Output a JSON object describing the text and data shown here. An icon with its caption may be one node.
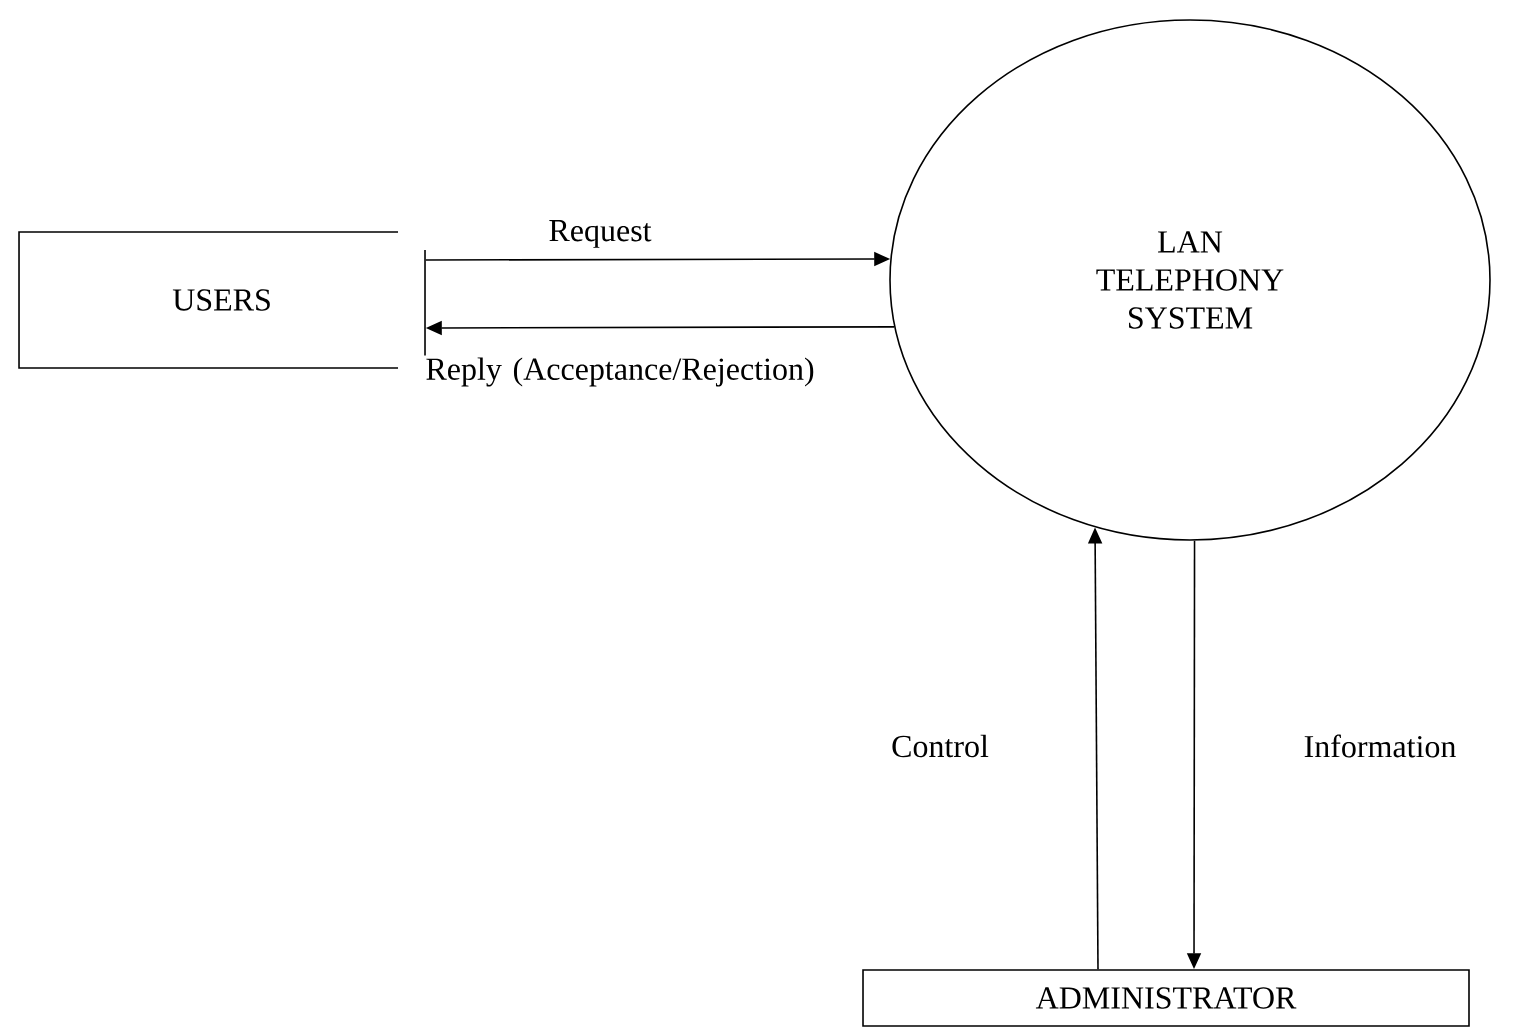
{
  "diagram": {
    "nodes": [
      {
        "text": [
          "USERS"
        ]
      },
      {
        "text": [
          "LAN TELEPHONY SYSTEM"
        ]
      },
      {
        "text": [
          "ADMINISTRATOR"
        ]
      }
    ],
    "edges": [
      {
        "from": 0,
        "to": 1,
        "arrow": "to",
        "label": "Request"
      },
      {
        "from": 1,
        "to": 0,
        "arrow": "to",
        "label": "Reply (Acceptance/Rejection)"
      },
      {
        "from": 2,
        "to": 1,
        "arrow": "to",
        "label": "Control"
      },
      {
        "from": 1,
        "to": 2,
        "arrow": "to",
        "label": "Information"
      }
    ]
  }
}
